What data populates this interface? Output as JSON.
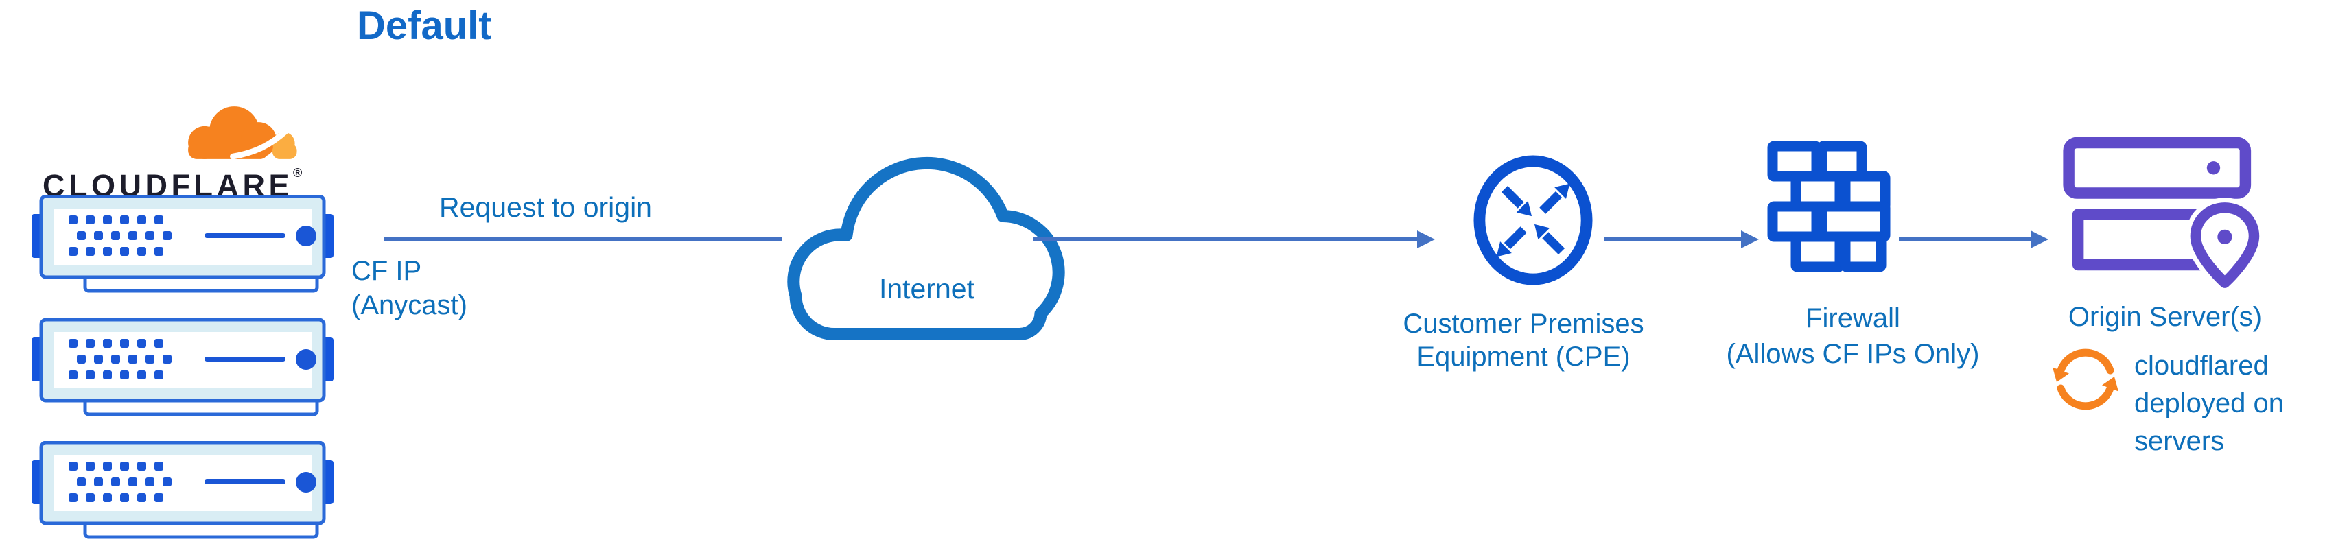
{
  "title": "Default",
  "cloudflare": {
    "wordmark": "CLOUDFLARE",
    "registered": "®"
  },
  "edge": {
    "request_label": "Request to origin",
    "ip_line1": "CF IP",
    "ip_line2": "(Anycast)"
  },
  "internet": {
    "label": "Internet"
  },
  "cpe": {
    "line1": "Customer Premises",
    "line2": "Equipment (CPE)"
  },
  "firewall": {
    "line1": "Firewall",
    "line2": "(Allows CF IPs Only)"
  },
  "origin": {
    "label": "Origin Server(s)",
    "note_line1": "cloudflared",
    "note_line2": "deployed on",
    "note_line3": "servers"
  },
  "icons": [
    "cloudflare-logo-icon",
    "edge-server-icon",
    "internet-cloud-icon",
    "cpe-router-icon",
    "firewall-brick-icon",
    "origin-servers-icon",
    "location-pin-icon",
    "sync-arrows-icon",
    "right-arrow-connector"
  ],
  "colors": {
    "title_blue": "#1269c7",
    "label_blue": "#0d6fba",
    "arrow_blue": "#4472c4",
    "icon_blue": "#0b51d0",
    "server_dot_blue": "#1a56d6",
    "server_border_blue": "#2a69d8",
    "server_fill": "#d9edf4",
    "cloud_stroke_blue": "#1573c5",
    "origin_purple": "#5f4bc9",
    "cloudflare_orange": "#f6821f",
    "cloudflare_orange_light": "#fbad41",
    "wordmark_black": "#1d1d2b"
  }
}
